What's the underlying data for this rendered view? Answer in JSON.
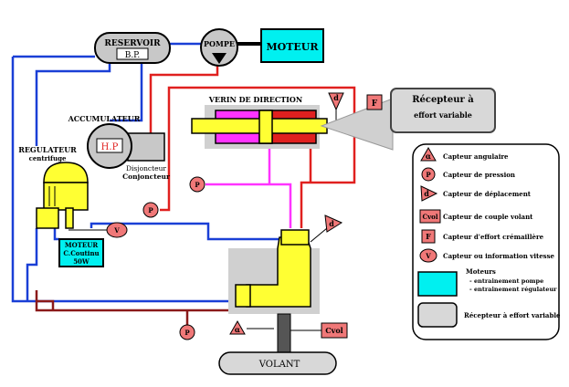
{
  "components": {
    "reservoir_title": "RESERVOIR",
    "reservoir_sub": "B.P.",
    "pump": "POMPE",
    "motor": "MOTEUR",
    "accumulator_title": "ACCUMULATEUR",
    "accumulator_sub": "H.P",
    "disjoncteur_1": "Disjoncteur",
    "disjoncteur_2": "Conjoncteur",
    "regulator_1": "REGULATEUR",
    "regulator_2": "centrifuge",
    "motor_cc_1": "MOTEUR",
    "motor_cc_2": "C.Coutinu",
    "motor_cc_3": "50W",
    "cylinder": "VERIN DE DIRECTION",
    "receptor_1": "Récepteur à",
    "receptor_2": "effort variable",
    "volant": "VOLANT"
  },
  "sensors": {
    "alpha": "α",
    "pressure": "P",
    "displacement": "d",
    "speed": "V",
    "cvol": "Cvol",
    "force": "F"
  },
  "legend": [
    {
      "symbol": "α",
      "label": "Capteur angulaire"
    },
    {
      "symbol": "P",
      "label": "Capteur de pression"
    },
    {
      "symbol": "d",
      "label": "Capteur de déplacement"
    },
    {
      "symbol": "Cvol",
      "label": "Capteur de couple volant"
    },
    {
      "symbol": "F",
      "label": "Capteur d'effort crémaillère"
    },
    {
      "symbol": "V",
      "label": "Capteur ou information vitesse"
    }
  ],
  "legend_motors": {
    "title": "Moteurs",
    "line1": "- entrainement pompe",
    "line2": "- entrainement régulateur"
  },
  "legend_receptor": "Récepteur à effort variable",
  "colors": {
    "blue": "#1a3fd6",
    "red": "#e0201f",
    "magenta": "#ff33ff",
    "darkred": "#8b1a1a",
    "yellow": "#ffff33",
    "cyan": "#00f0f0",
    "grey": "#c8c8c8",
    "sensor": "#f07878"
  }
}
